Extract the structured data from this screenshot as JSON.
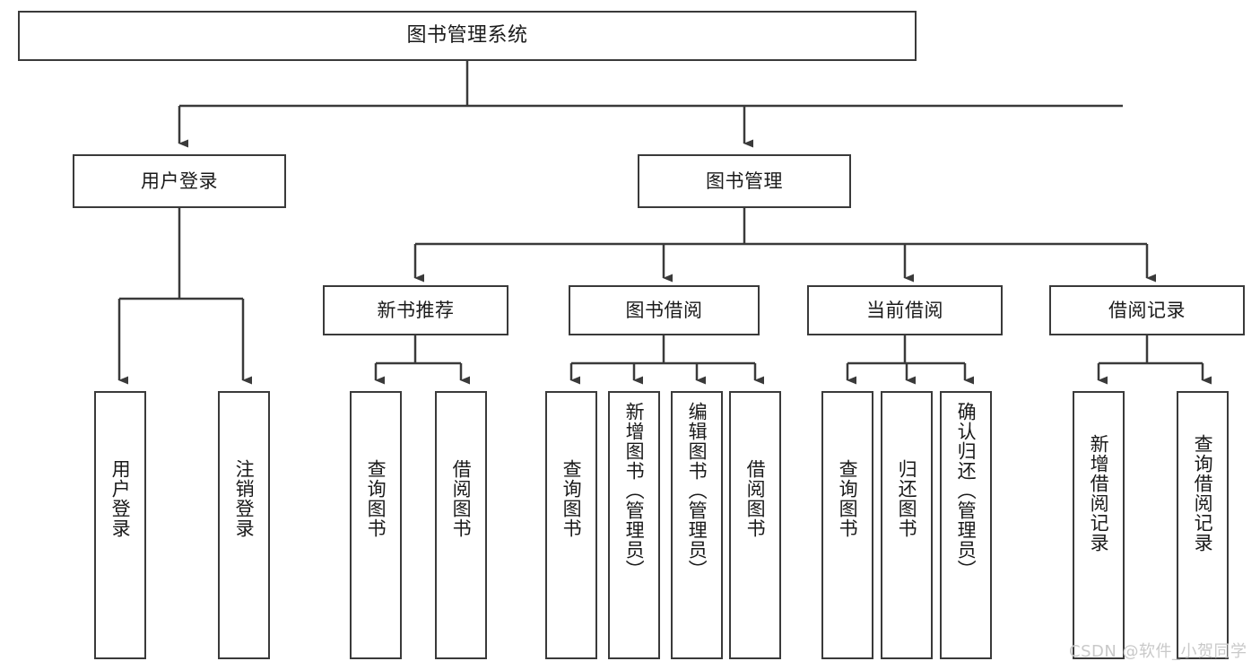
{
  "diagram": {
    "type": "tree-hierarchy-chart",
    "title": "图书管理系统",
    "line_color": "#3a3a3a",
    "box_fill": "#ffffff",
    "text_color": "#1a1a1a",
    "watermark": "CSDN @软件_小贺同学",
    "watermark_color": "#c9c9c9"
  },
  "root": {
    "label": "图书管理系统"
  },
  "level2": [
    {
      "label": "用户登录"
    },
    {
      "label": "图书管理"
    }
  ],
  "level3": [
    {
      "label": "新书推荐"
    },
    {
      "label": "图书借阅"
    },
    {
      "label": "当前借阅"
    },
    {
      "label": "借阅记录"
    }
  ],
  "leaves": {
    "user_login": [
      {
        "label": "用户登录"
      },
      {
        "label": "注销登录"
      }
    ],
    "new_book_recommend": [
      {
        "label": "查询图书"
      },
      {
        "label": "借阅图书"
      }
    ],
    "book_borrow": [
      {
        "label": "查询图书"
      },
      {
        "label": "新增图书（管理员）"
      },
      {
        "label": "编辑图书（管理员）"
      },
      {
        "label": "借阅图书"
      }
    ],
    "current_borrow": [
      {
        "label": "查询图书"
      },
      {
        "label": "归还图书"
      },
      {
        "label": "确认归还（管理员）"
      }
    ],
    "borrow_record": [
      {
        "label": "新增借阅记录"
      },
      {
        "label": "查询借阅记录"
      }
    ]
  }
}
